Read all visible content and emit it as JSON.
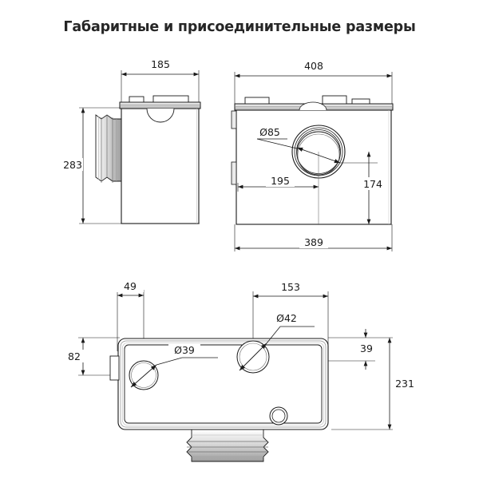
{
  "page": {
    "title": "Габаритные и присоединительные размеры",
    "background_color": "#ffffff",
    "line_color": "#1a1a1a",
    "shade_color": "#9a9a9a"
  },
  "views": {
    "side_view": {
      "name": "side-view",
      "dimensions": {
        "width": "185",
        "height": "283"
      }
    },
    "front_view": {
      "name": "front-view",
      "dimensions": {
        "top_width": "408",
        "bottom_width": "389",
        "outlet_diameter": "Ø85",
        "outlet_from_left": "195",
        "outlet_from_bottom": "174"
      }
    },
    "top_view": {
      "name": "top-view",
      "dimensions": {
        "inlet_left_offset": "49",
        "inlet_right_offset": "153",
        "inlet_rear_diameter": "Ø42",
        "inlet_side_diameter": "Ø39",
        "side_inlet_from_top": "82",
        "rear_inlet_from_top": "39",
        "overall_depth": "231"
      }
    }
  },
  "labels": {
    "d185": "185",
    "d283": "283",
    "d408": "408",
    "d389": "389",
    "d85": "Ø85",
    "d195": "195",
    "d174": "174",
    "d49": "49",
    "d153": "153",
    "d42": "Ø42",
    "d39c": "Ø39",
    "d82": "82",
    "d39": "39",
    "d231": "231"
  }
}
